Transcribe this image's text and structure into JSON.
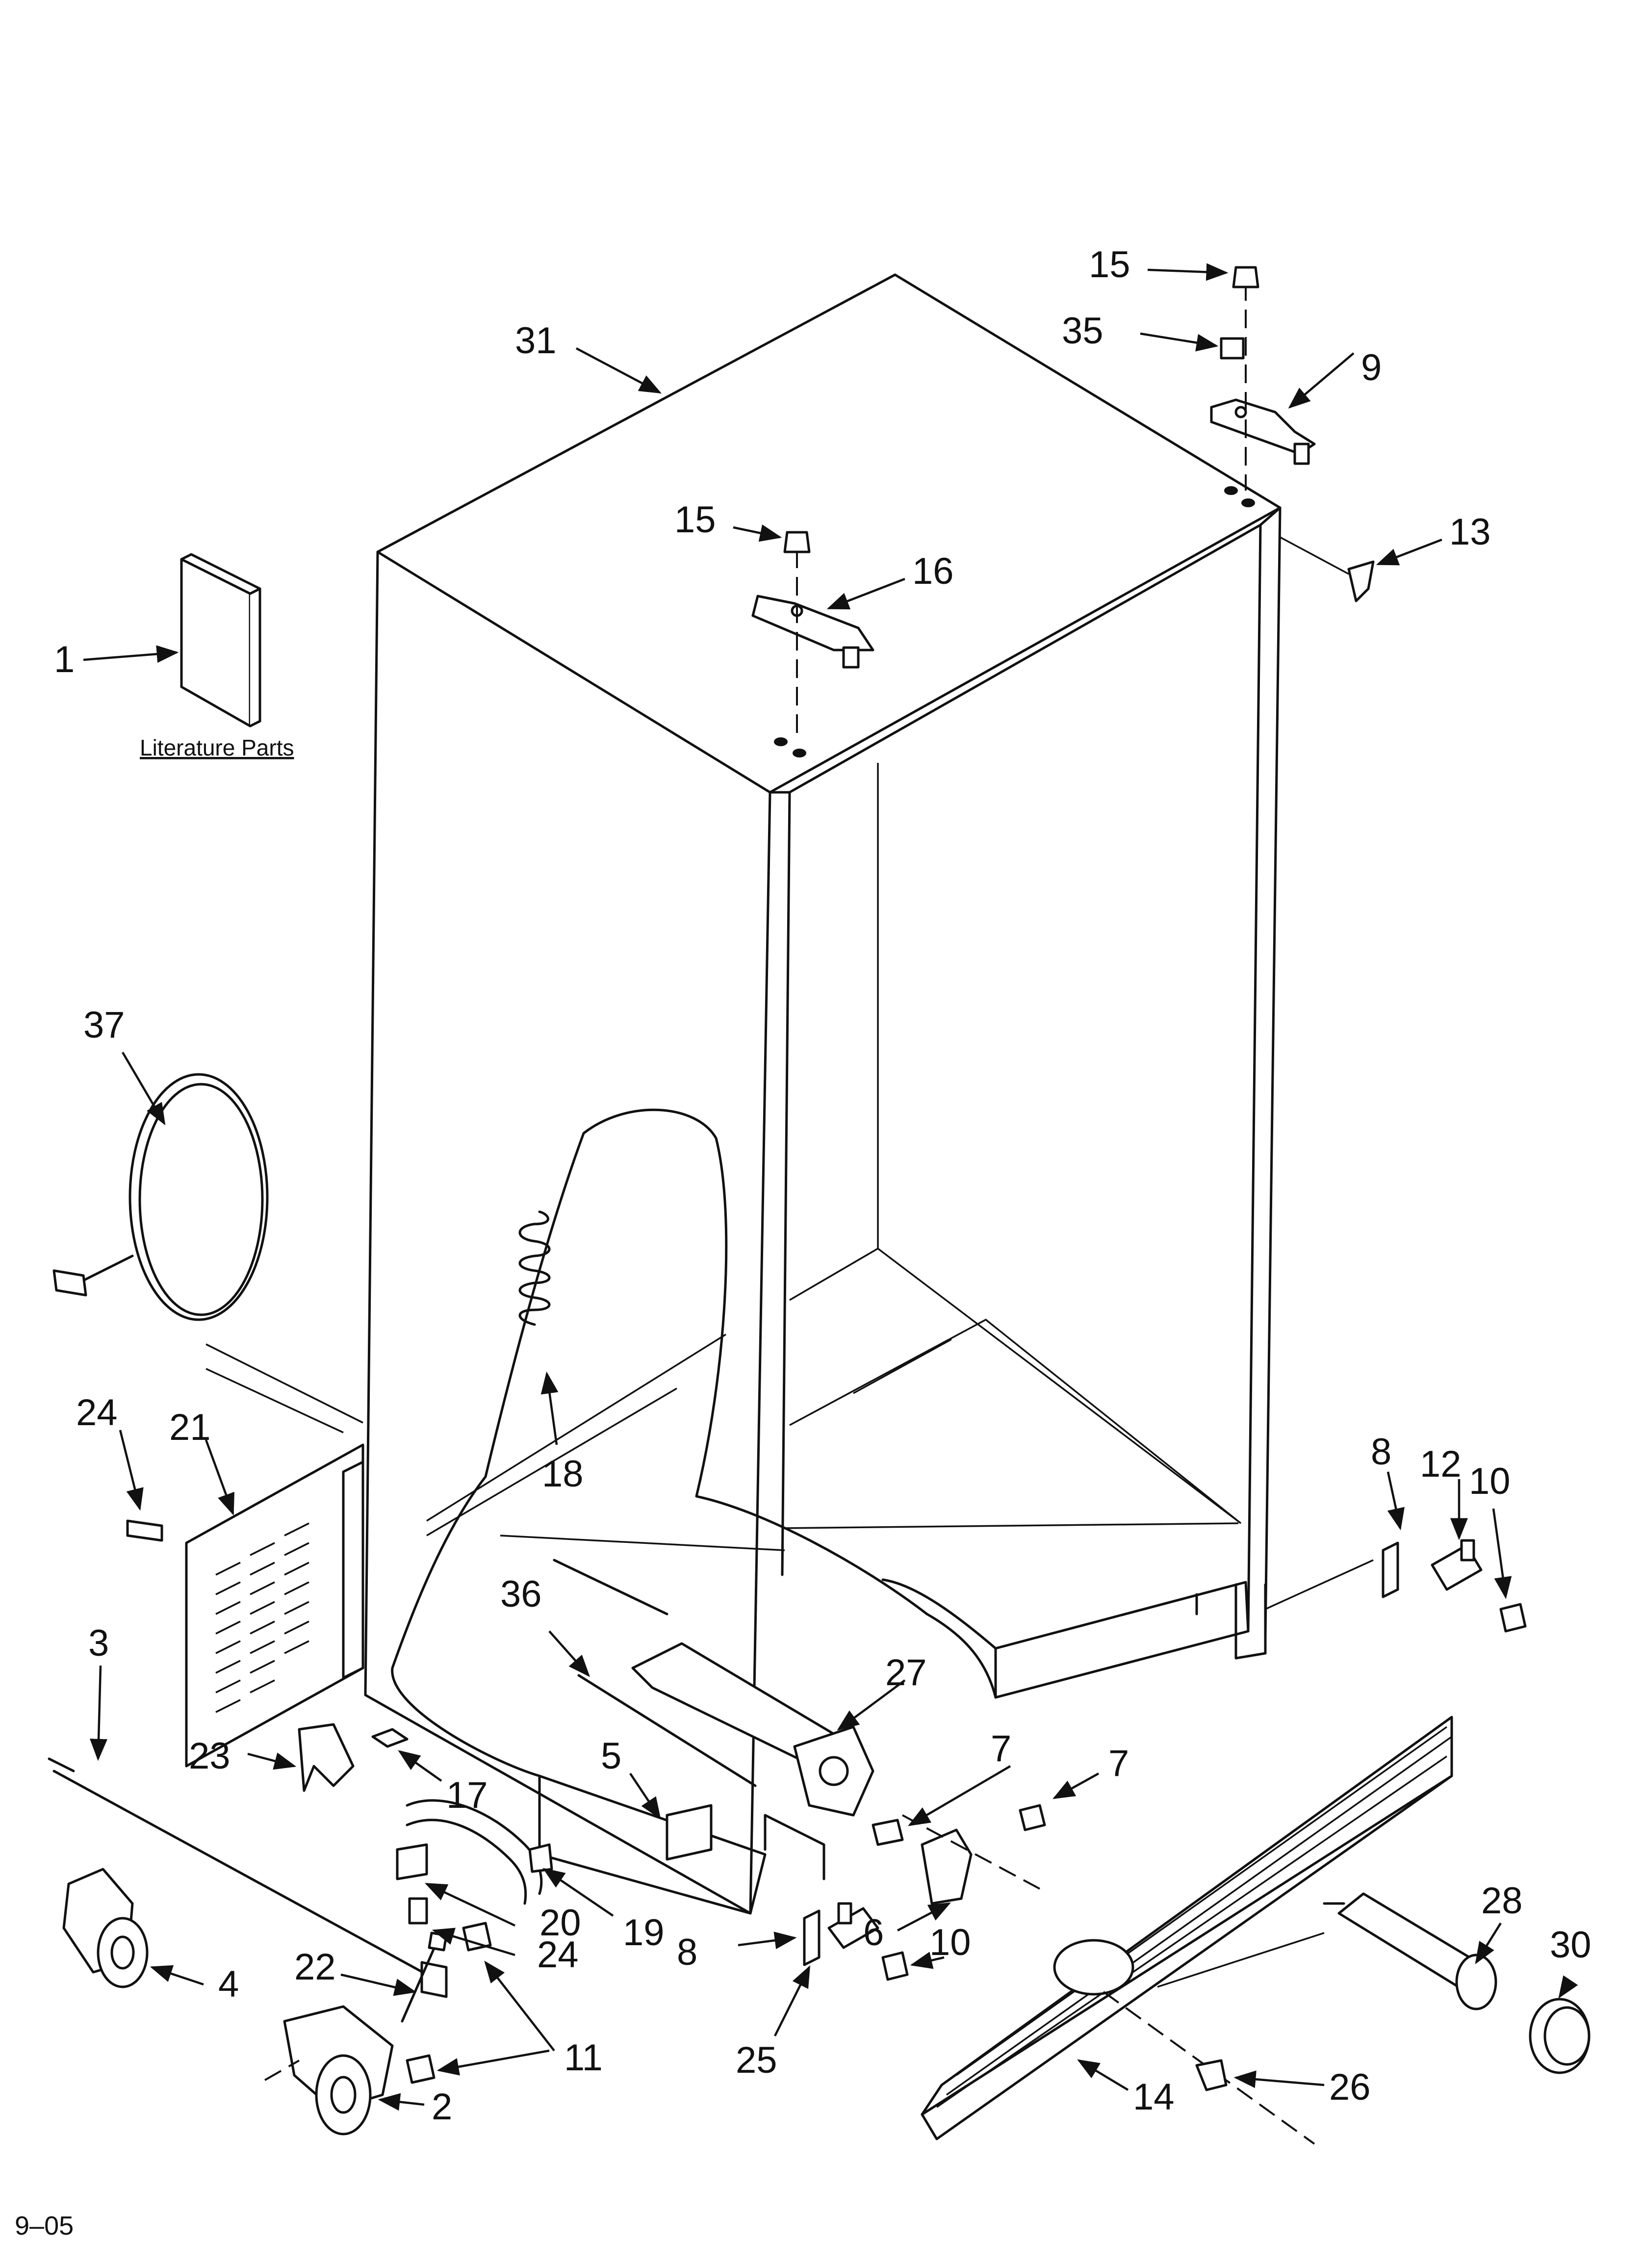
{
  "literature_label": "Literature Parts",
  "footer_code": "9–05",
  "callouts": [
    "15",
    "35",
    "9",
    "31",
    "15",
    "16",
    "13",
    "1",
    "37",
    "18",
    "24",
    "21",
    "8",
    "12",
    "10",
    "36",
    "27",
    "3",
    "23",
    "17",
    "5",
    "7",
    "7",
    "20",
    "19",
    "24",
    "8",
    "6",
    "10",
    "28",
    "30",
    "22",
    "4",
    "25",
    "11",
    "26",
    "14",
    "2"
  ]
}
